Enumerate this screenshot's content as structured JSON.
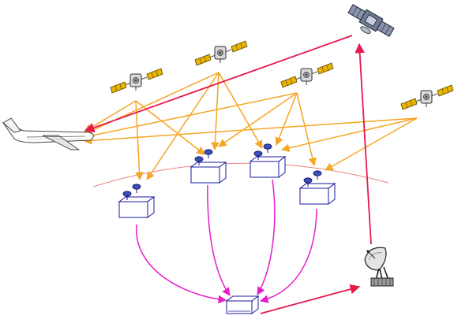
{
  "diagram": {
    "nodes": [
      {
        "id": "gnss-sat-1",
        "kind": "gnss-satellite"
      },
      {
        "id": "gnss-sat-2",
        "kind": "gnss-satellite"
      },
      {
        "id": "gnss-sat-3",
        "kind": "gnss-satellite"
      },
      {
        "id": "gnss-sat-4",
        "kind": "gnss-satellite"
      },
      {
        "id": "geo-satellite",
        "kind": "communication-satellite"
      },
      {
        "id": "aircraft",
        "kind": "airplane"
      },
      {
        "id": "reference-station-1",
        "kind": "ground-reference-station"
      },
      {
        "id": "reference-station-2",
        "kind": "ground-reference-station"
      },
      {
        "id": "reference-station-3",
        "kind": "ground-reference-station"
      },
      {
        "id": "reference-station-4",
        "kind": "ground-reference-station"
      },
      {
        "id": "master-station",
        "kind": "master-station"
      },
      {
        "id": "uplink-dish",
        "kind": "satellite-dish"
      }
    ],
    "edges": [
      {
        "from": "gnss-sat-1",
        "to": "aircraft",
        "kind": "ranging-signal"
      },
      {
        "from": "gnss-sat-2",
        "to": "aircraft",
        "kind": "ranging-signal"
      },
      {
        "from": "gnss-sat-3",
        "to": "aircraft",
        "kind": "ranging-signal"
      },
      {
        "from": "gnss-sat-4",
        "to": "aircraft",
        "kind": "ranging-signal"
      },
      {
        "from": "gnss-sat-1",
        "to": "reference-station-1",
        "kind": "ranging-signal"
      },
      {
        "from": "gnss-sat-1",
        "to": "reference-station-2",
        "kind": "ranging-signal"
      },
      {
        "from": "gnss-sat-2",
        "to": "reference-station-1",
        "kind": "ranging-signal"
      },
      {
        "from": "gnss-sat-2",
        "to": "reference-station-2",
        "kind": "ranging-signal"
      },
      {
        "from": "gnss-sat-2",
        "to": "reference-station-3",
        "kind": "ranging-signal"
      },
      {
        "from": "gnss-sat-3",
        "to": "reference-station-2",
        "kind": "ranging-signal"
      },
      {
        "from": "gnss-sat-3",
        "to": "reference-station-3",
        "kind": "ranging-signal"
      },
      {
        "from": "gnss-sat-3",
        "to": "reference-station-4",
        "kind": "ranging-signal"
      },
      {
        "from": "gnss-sat-4",
        "to": "reference-station-3",
        "kind": "ranging-signal"
      },
      {
        "from": "gnss-sat-4",
        "to": "reference-station-4",
        "kind": "ranging-signal"
      },
      {
        "from": "reference-station-1",
        "to": "master-station",
        "kind": "ground-link"
      },
      {
        "from": "reference-station-2",
        "to": "master-station",
        "kind": "ground-link"
      },
      {
        "from": "reference-station-3",
        "to": "master-station",
        "kind": "ground-link"
      },
      {
        "from": "reference-station-4",
        "to": "master-station",
        "kind": "ground-link"
      },
      {
        "from": "master-station",
        "to": "uplink-dish",
        "kind": "correction-link"
      },
      {
        "from": "uplink-dish",
        "to": "geo-satellite",
        "kind": "correction-link"
      },
      {
        "from": "geo-satellite",
        "to": "aircraft",
        "kind": "correction-link"
      }
    ]
  },
  "colors": {
    "ranging_signal": "#f5a623",
    "ground_link": "#e61ec8",
    "correction_link": "#e6194b",
    "horizon_arc": "#f08080",
    "station_box_stroke": "#1a1aa0",
    "antenna_fill": "#3a4fb8",
    "satellite_panel": "#e8b400",
    "satellite_body": "#d8d8d8",
    "geo_satellite_body": "#707a94",
    "aircraft_stroke": "#444444"
  }
}
